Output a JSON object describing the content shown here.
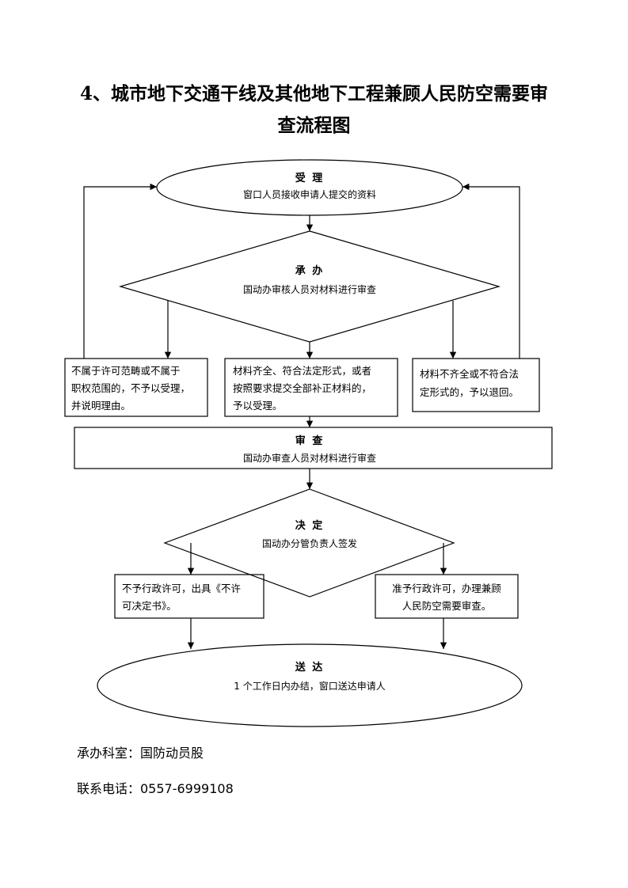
{
  "title": {
    "line1": "4、城市地下交通干线及其他地下工程兼顾人民防空需要审",
    "line2": "查流程图"
  },
  "nodes": {
    "accept": {
      "heading": "受  理",
      "body": "窗口人员接收申请人提交的资料"
    },
    "handle": {
      "heading": "承  办",
      "body": "国动办审核人员对材料进行审查"
    },
    "reject_scope": {
      "lines": [
        "不属于许可范畴或不属于",
        "职权范围的，不予以受理，",
        "并说明理由。"
      ]
    },
    "accept_complete": {
      "lines": [
        "材料齐全、符合法定形式，或者",
        "按照要求提交全部补正材料的，",
        "予以受理。"
      ]
    },
    "return_incomplete": {
      "lines": [
        "材料不齐全或不符合法",
        "定形式的，予以退回。"
      ]
    },
    "review": {
      "heading": "审  查",
      "body": "国动办审查人员对材料进行审查"
    },
    "decide": {
      "heading": "决  定",
      "body": "国动办分管负责人签发"
    },
    "deny_permit": {
      "lines": [
        "不予行政许可，出具《不许",
        "可决定书》。"
      ]
    },
    "grant_permit": {
      "lines": [
        "准予行政许可，办理兼顾",
        "人民防空需要审查。"
      ]
    },
    "deliver": {
      "heading": "送  达",
      "body": "1 个工作日内办结，窗口送达申请人"
    }
  },
  "footer": {
    "department": "承办科室：国防动员股",
    "phone": "联系电话：0557-6999108"
  }
}
